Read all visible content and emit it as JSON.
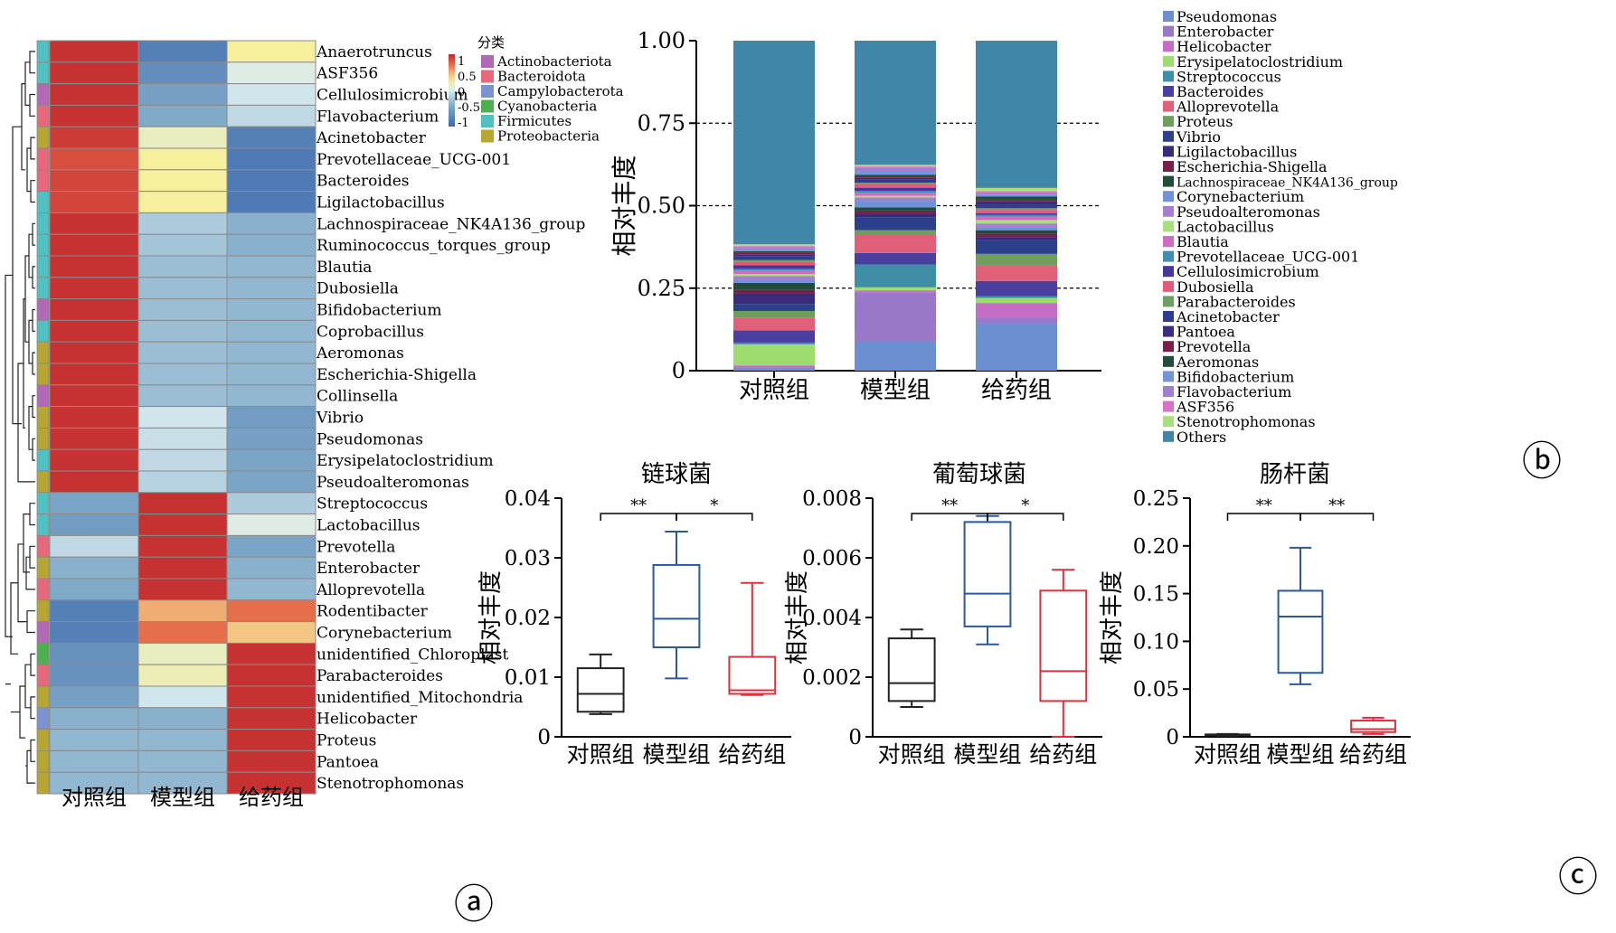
{
  "panel_labels": {
    "a": "ⓐ",
    "b": "ⓑ",
    "c": "ⓒ"
  },
  "groups": [
    "对照组",
    "模型组",
    "给药组"
  ],
  "colors": {
    "heat_hi": "#c1272d",
    "heat_mid": "#f5ef9e",
    "heat_lo": "#3d67ad",
    "box_control": "#222222",
    "box_model": "#2a5a9a",
    "box_treat": "#e0303a"
  },
  "chart_data": [
    {
      "type": "heatmap",
      "columns": [
        "对照组",
        "模型组",
        "给药组"
      ],
      "legend_title": "分类",
      "colorbar_ticks": [
        "1",
        "0.5",
        "0",
        "-0.5",
        "-1"
      ],
      "colorbar_range": [
        -1,
        1
      ],
      "phyla": [
        {
          "name": "Actinobacteriota",
          "color": "#b368b6"
        },
        {
          "name": "Bacteroidota",
          "color": "#e8687b"
        },
        {
          "name": "Campylobacterota",
          "color": "#7d93cf"
        },
        {
          "name": "Cyanobacteria",
          "color": "#4caf50"
        },
        {
          "name": "Firmicutes",
          "color": "#4fc1c1"
        },
        {
          "name": "Proteobacteria",
          "color": "#b8a632"
        }
      ],
      "rows": [
        {
          "name": "Anaerotruncus",
          "phylum": "Firmicutes",
          "values": [
            1.15,
            -0.95,
            0.35
          ]
        },
        {
          "name": "ASF356",
          "phylum": "Firmicutes",
          "values": [
            1.15,
            -0.8,
            0.05
          ]
        },
        {
          "name": "Cellulosimicrobium",
          "phylum": "Actinobacteriota",
          "values": [
            1.15,
            -0.6,
            -0.05
          ]
        },
        {
          "name": "Flavobacterium",
          "phylum": "Bacteroidota",
          "values": [
            1.15,
            -0.5,
            -0.15
          ]
        },
        {
          "name": "Acinetobacter",
          "phylum": "Proteobacteria",
          "values": [
            1.1,
            0.2,
            -0.95
          ]
        },
        {
          "name": "Prevotellaceae_UCG-001",
          "phylum": "Bacteroidota",
          "values": [
            1.0,
            0.35,
            -1.0
          ]
        },
        {
          "name": "Bacteroides",
          "phylum": "Bacteroidota",
          "values": [
            1.05,
            0.35,
            -1.0
          ]
        },
        {
          "name": "Ligilactobacillus",
          "phylum": "Firmicutes",
          "values": [
            1.05,
            0.35,
            -1.0
          ]
        },
        {
          "name": "Lachnospiraceae_NK4A136_group",
          "phylum": "Firmicutes",
          "values": [
            1.15,
            -0.25,
            -0.45
          ]
        },
        {
          "name": "Ruminococcus_torques_group",
          "phylum": "Firmicutes",
          "values": [
            1.15,
            -0.3,
            -0.45
          ]
        },
        {
          "name": "Blautia",
          "phylum": "Firmicutes",
          "values": [
            1.15,
            -0.35,
            -0.4
          ]
        },
        {
          "name": "Dubosiella",
          "phylum": "Firmicutes",
          "values": [
            1.15,
            -0.35,
            -0.4
          ]
        },
        {
          "name": "Bifidobacterium",
          "phylum": "Actinobacteriota",
          "values": [
            1.15,
            -0.35,
            -0.4
          ]
        },
        {
          "name": "Coprobacillus",
          "phylum": "Firmicutes",
          "values": [
            1.15,
            -0.35,
            -0.4
          ]
        },
        {
          "name": "Aeromonas",
          "phylum": "Proteobacteria",
          "values": [
            1.15,
            -0.35,
            -0.4
          ]
        },
        {
          "name": "Escherichia-Shigella",
          "phylum": "Proteobacteria",
          "values": [
            1.15,
            -0.35,
            -0.4
          ]
        },
        {
          "name": "Collinsella",
          "phylum": "Actinobacteriota",
          "values": [
            1.15,
            -0.35,
            -0.4
          ]
        },
        {
          "name": "Vibrio",
          "phylum": "Proteobacteria",
          "values": [
            1.15,
            -0.05,
            -0.65
          ]
        },
        {
          "name": "Pseudomonas",
          "phylum": "Proteobacteria",
          "values": [
            1.15,
            -0.1,
            -0.6
          ]
        },
        {
          "name": "Erysipelatoclostridium",
          "phylum": "Firmicutes",
          "values": [
            1.15,
            -0.15,
            -0.55
          ]
        },
        {
          "name": "Pseudoalteromonas",
          "phylum": "Proteobacteria",
          "values": [
            1.15,
            -0.2,
            -0.55
          ]
        },
        {
          "name": "Streptococcus",
          "phylum": "Firmicutes",
          "values": [
            -0.55,
            1.15,
            -0.25
          ]
        },
        {
          "name": "Lactobacillus",
          "phylum": "Firmicutes",
          "values": [
            -0.65,
            1.15,
            0.05
          ]
        },
        {
          "name": "Prevotella",
          "phylum": "Bacteroidota",
          "values": [
            -0.15,
            1.15,
            -0.55
          ]
        },
        {
          "name": "Enterobacter",
          "phylum": "Proteobacteria",
          "values": [
            -0.45,
            1.15,
            -0.45
          ]
        },
        {
          "name": "Alloprevotella",
          "phylum": "Bacteroidota",
          "values": [
            -0.5,
            1.15,
            -0.4
          ]
        },
        {
          "name": "Rodentibacter",
          "phylum": "Proteobacteria",
          "values": [
            -0.95,
            0.6,
            0.85
          ]
        },
        {
          "name": "Corynebacterium",
          "phylum": "Actinobacteriota",
          "values": [
            -0.95,
            0.85,
            0.5
          ]
        },
        {
          "name": "unidentified_Chloroplast",
          "phylum": "Cyanobacteria",
          "values": [
            -0.75,
            0.2,
            1.15
          ]
        },
        {
          "name": "Parabacteroides",
          "phylum": "Bacteroidota",
          "values": [
            -0.75,
            0.25,
            1.15
          ]
        },
        {
          "name": "unidentified_Mitochondria",
          "phylum": "Proteobacteria",
          "values": [
            -0.6,
            -0.05,
            1.15
          ]
        },
        {
          "name": "Helicobacter",
          "phylum": "Campylobacterota",
          "values": [
            -0.45,
            -0.45,
            1.15
          ]
        },
        {
          "name": "Proteus",
          "phylum": "Proteobacteria",
          "values": [
            -0.4,
            -0.4,
            1.15
          ]
        },
        {
          "name": "Pantoea",
          "phylum": "Proteobacteria",
          "values": [
            -0.4,
            -0.4,
            1.15
          ]
        },
        {
          "name": "Stenotrophomonas",
          "phylum": "Proteobacteria",
          "values": [
            -0.4,
            -0.4,
            1.15
          ]
        }
      ]
    },
    {
      "type": "bar",
      "stacked": true,
      "categories": [
        "对照组",
        "模型组",
        "给药组"
      ],
      "ylabel": "相对丰度",
      "ylim": [
        0,
        1
      ],
      "yticks": [
        "0",
        "0.25",
        "0.50",
        "0.75",
        "1.00"
      ],
      "grid": "dashed at 0.25, 0.50, 0.75",
      "series": [
        {
          "name": "Pseudomonas",
          "color": "#6b8fd1",
          "values": [
            0.005,
            0.09,
            0.14
          ]
        },
        {
          "name": "Enterobacter",
          "color": "#9a78c9",
          "values": [
            0.005,
            0.15,
            0.015
          ]
        },
        {
          "name": "Helicobacter",
          "color": "#c56cc4",
          "values": [
            0.005,
            0.005,
            0.045
          ]
        },
        {
          "name": "Erysipelatoclostridium",
          "color": "#9edc6f",
          "values": [
            0.06,
            0.01,
            0.015
          ]
        },
        {
          "name": "Streptococcus",
          "color": "#3e8fa6",
          "values": [
            0.005,
            0.07,
            0.005
          ]
        },
        {
          "name": "Bacteroides",
          "color": "#4a3f9e",
          "values": [
            0.035,
            0.035,
            0.045
          ]
        },
        {
          "name": "Alloprevotella",
          "color": "#e0607a",
          "values": [
            0.035,
            0.055,
            0.045
          ]
        },
        {
          "name": "Proteus",
          "color": "#6e9e5c",
          "values": [
            0.02,
            0.015,
            0.035
          ]
        },
        {
          "name": "Vibrio",
          "color": "#2c3f8a",
          "values": [
            0.02,
            0.04,
            0.04
          ]
        },
        {
          "name": "Ligilactobacillus",
          "color": "#3a2a7a",
          "values": [
            0.03,
            0.01,
            0.01
          ]
        },
        {
          "name": "Escherichia-Shigella",
          "color": "#7a1f4a",
          "values": [
            0.01,
            0.01,
            0.01
          ]
        },
        {
          "name": "Lachnospiraceae_NK4A136_group",
          "color": "#1f4d3a",
          "values": [
            0.02,
            0.01,
            0.01
          ]
        },
        {
          "name": "Corynebacterium",
          "color": "#6f92d9",
          "values": [
            0.01,
            0.02,
            0.01
          ]
        },
        {
          "name": "Pseudoalteromonas",
          "color": "#a67fcf",
          "values": [
            0.01,
            0.01,
            0.01
          ]
        },
        {
          "name": "Lactobacillus",
          "color": "#a7e07a",
          "values": [
            0.005,
            0.005,
            0.01
          ]
        },
        {
          "name": "Blautia",
          "color": "#d06bc2",
          "values": [
            0.01,
            0.01,
            0.01
          ]
        },
        {
          "name": "Prevotellaceae_UCG-001",
          "color": "#3f8fb0",
          "values": [
            0.005,
            0.005,
            0.005
          ]
        },
        {
          "name": "Cellulosimicrobium",
          "color": "#45389a",
          "values": [
            0.01,
            0.01,
            0.005
          ]
        },
        {
          "name": "Dubosiella",
          "color": "#e05a78",
          "values": [
            0.01,
            0.01,
            0.01
          ]
        },
        {
          "name": "Parabacteroides",
          "color": "#6f9e63",
          "values": [
            0.005,
            0.005,
            0.005
          ]
        },
        {
          "name": "Acinetobacter",
          "color": "#2e3d8f",
          "values": [
            0.01,
            0.01,
            0.01
          ]
        },
        {
          "name": "Pantoea",
          "color": "#3b2e80",
          "values": [
            0.005,
            0.005,
            0.01
          ]
        },
        {
          "name": "Prevotella",
          "color": "#7a2048",
          "values": [
            0.005,
            0.005,
            0.005
          ]
        },
        {
          "name": "Aeromonas",
          "color": "#224d3c",
          "values": [
            0.005,
            0.005,
            0.01
          ]
        },
        {
          "name": "Bifidobacterium",
          "color": "#7396d8",
          "values": [
            0.005,
            0.01,
            0.005
          ]
        },
        {
          "name": "Flavobacterium",
          "color": "#a07ed0",
          "values": [
            0.005,
            0.01,
            0.005
          ]
        },
        {
          "name": "ASF356",
          "color": "#d772c8",
          "values": [
            0.005,
            0.005,
            0.005
          ]
        },
        {
          "name": "Stenotrophomonas",
          "color": "#a9df7d",
          "values": [
            0.005,
            0.005,
            0.01
          ]
        },
        {
          "name": "Others",
          "color": "#4086a8",
          "values": [
            0.58,
            0.38,
            0.435
          ]
        }
      ]
    },
    {
      "type": "box",
      "title": "链球菌",
      "categories": [
        "对照组",
        "模型组",
        "给药组"
      ],
      "ylabel": "相对丰度",
      "ylim": [
        0,
        0.04
      ],
      "yticks": [
        "0",
        "0.01",
        "0.02",
        "0.03",
        "0.04"
      ],
      "boxes": [
        {
          "min": 0.0038,
          "q1": 0.0042,
          "median": 0.0072,
          "q3": 0.0115,
          "max": 0.0138
        },
        {
          "min": 0.0098,
          "q1": 0.015,
          "median": 0.0198,
          "q3": 0.0288,
          "max": 0.0344
        },
        {
          "min": 0.007,
          "q1": 0.0072,
          "median": 0.0078,
          "q3": 0.0134,
          "max": 0.0258
        }
      ],
      "significance": [
        {
          "from": 0,
          "to": 1,
          "label": "**"
        },
        {
          "from": 1,
          "to": 2,
          "label": "*"
        }
      ]
    },
    {
      "type": "box",
      "title": "葡萄球菌",
      "categories": [
        "对照组",
        "模型组",
        "给药组"
      ],
      "ylabel": "相对丰度",
      "ylim": [
        0,
        0.008
      ],
      "yticks": [
        "0",
        "0.002",
        "0.004",
        "0.006",
        "0.008"
      ],
      "boxes": [
        {
          "min": 0.001,
          "q1": 0.0012,
          "median": 0.0018,
          "q3": 0.0033,
          "max": 0.0036
        },
        {
          "min": 0.0031,
          "q1": 0.0037,
          "median": 0.0048,
          "q3": 0.0072,
          "max": 0.0074
        },
        {
          "min": 0.0,
          "q1": 0.0012,
          "median": 0.0022,
          "q3": 0.0049,
          "max": 0.0056
        }
      ],
      "significance": [
        {
          "from": 0,
          "to": 1,
          "label": "**"
        },
        {
          "from": 1,
          "to": 2,
          "label": "*"
        }
      ]
    },
    {
      "type": "box",
      "title": "肠杆菌",
      "categories": [
        "对照组",
        "模型组",
        "给药组"
      ],
      "ylabel": "相对丰度",
      "ylim": [
        0,
        0.25
      ],
      "yticks": [
        "0",
        "0.05",
        "0.10",
        "0.15",
        "0.20",
        "0.25"
      ],
      "boxes": [
        {
          "min": 0.001,
          "q1": 0.0015,
          "median": 0.002,
          "q3": 0.0025,
          "max": 0.003
        },
        {
          "min": 0.055,
          "q1": 0.067,
          "median": 0.126,
          "q3": 0.153,
          "max": 0.198
        },
        {
          "min": 0.003,
          "q1": 0.005,
          "median": 0.008,
          "q3": 0.017,
          "max": 0.02
        }
      ],
      "significance": [
        {
          "from": 0,
          "to": 1,
          "label": "**"
        },
        {
          "from": 1,
          "to": 2,
          "label": "**"
        }
      ]
    }
  ]
}
